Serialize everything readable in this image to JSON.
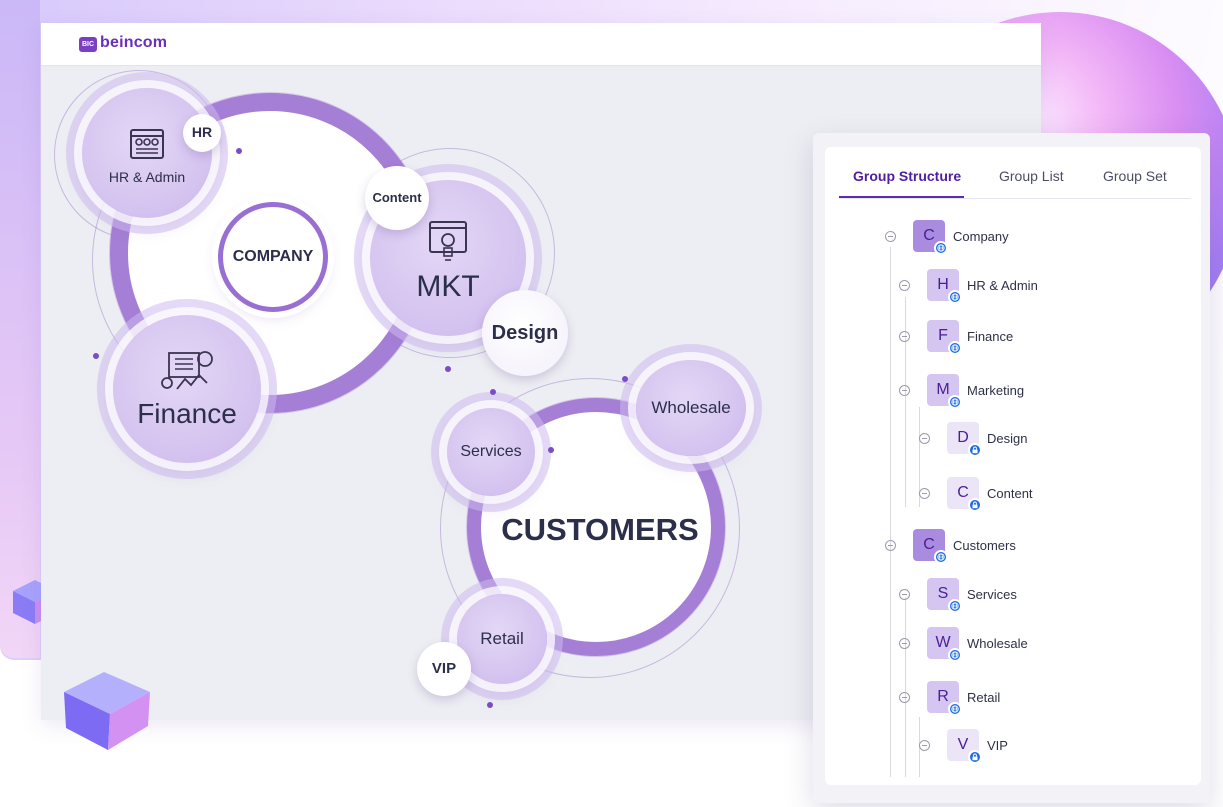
{
  "brand": {
    "badge": "BIC",
    "name": "beincom"
  },
  "diagram": {
    "hr_chip": "HR",
    "hr_admin": "HR & Admin",
    "company": "COMPANY",
    "content_chip": "Content",
    "mkt": "MKT",
    "design_chip": "Design",
    "finance": "Finance",
    "services": "Services",
    "wholesale": "Wholesale",
    "customers": "CUSTOMERS",
    "retail": "Retail",
    "vip_chip": "VIP"
  },
  "panel": {
    "tabs": [
      {
        "label": "Group Structure",
        "active": true
      },
      {
        "label": "Group List",
        "active": false
      },
      {
        "label": "Group Set",
        "active": false
      }
    ],
    "tree": [
      {
        "letter": "C",
        "label": "Company",
        "level": 0,
        "icon": "globe-icon"
      },
      {
        "letter": "H",
        "label": "HR & Admin",
        "level": 1,
        "icon": "globe-icon"
      },
      {
        "letter": "F",
        "label": "Finance",
        "level": 1,
        "icon": "globe-icon"
      },
      {
        "letter": "M",
        "label": "Marketing",
        "level": 1,
        "icon": "globe-icon"
      },
      {
        "letter": "D",
        "label": "Design",
        "level": 2,
        "icon": "lock-icon"
      },
      {
        "letter": "C",
        "label": "Content",
        "level": 2,
        "icon": "lock-icon"
      },
      {
        "letter": "C",
        "label": "Customers",
        "level": 0,
        "icon": "globe-icon"
      },
      {
        "letter": "S",
        "label": "Services",
        "level": 1,
        "icon": "globe-icon"
      },
      {
        "letter": "W",
        "label": "Wholesale",
        "level": 1,
        "icon": "globe-icon"
      },
      {
        "letter": "R",
        "label": "Retail",
        "level": 1,
        "icon": "globe-icon"
      },
      {
        "letter": "V",
        "label": "VIP",
        "level": 2,
        "icon": "lock-icon"
      }
    ]
  },
  "colors": {
    "brand_purple": "#6a2fb8",
    "active_tab": "#4f1fa0",
    "badge_blue": "#1e6ce0",
    "ring_purple": "#a57fd6"
  }
}
